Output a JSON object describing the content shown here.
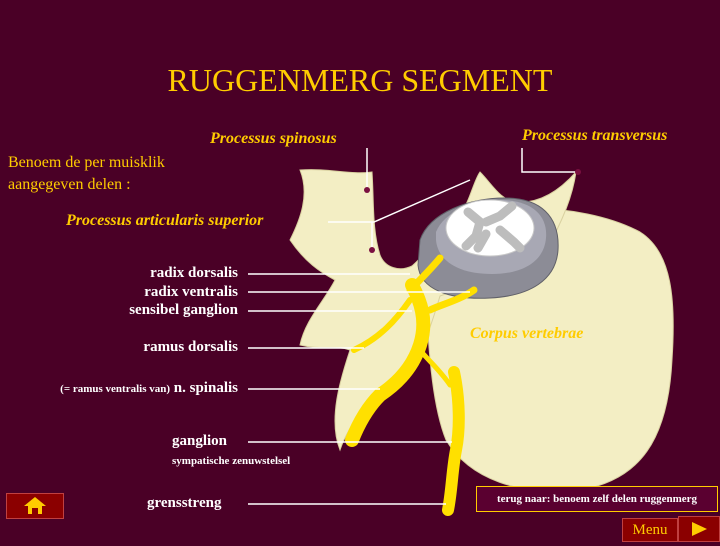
{
  "title": "RUGGENMERG SEGMENT",
  "instruction": [
    "Benoem de per muisklik",
    "aangegeven delen :"
  ],
  "labels": {
    "processus_spinosus": "Processus spinosus",
    "processus_transversus": "Processus transversus",
    "processus_articularis_superior": "Processus articularis superior",
    "corpus_vertebrae": "Corpus vertebrae",
    "radix_dorsalis": "radix dorsalis",
    "radix_ventralis": "radix ventralis",
    "sensibel_ganglion": "sensibel ganglion",
    "ramus_dorsalis": "ramus dorsalis",
    "ramus_ventralis_prefix": "(= ramus ventralis van)",
    "n_spinalis": "n. spinalis",
    "ganglion": "ganglion",
    "sympatische": "sympatische zenuwstelsel",
    "grensstreng": "grensstreng"
  },
  "nav": {
    "back_link": "terug naar: benoem zelf delen ruggenmerg",
    "menu": "Menu",
    "home_icon": "home-icon",
    "next_icon": "arrow-right-icon"
  },
  "colors": {
    "background": "#4a0026",
    "title": "#ffcc00",
    "bone": "#f3eec4",
    "nerve": "#ffe000",
    "disc": "#8c8c96"
  }
}
